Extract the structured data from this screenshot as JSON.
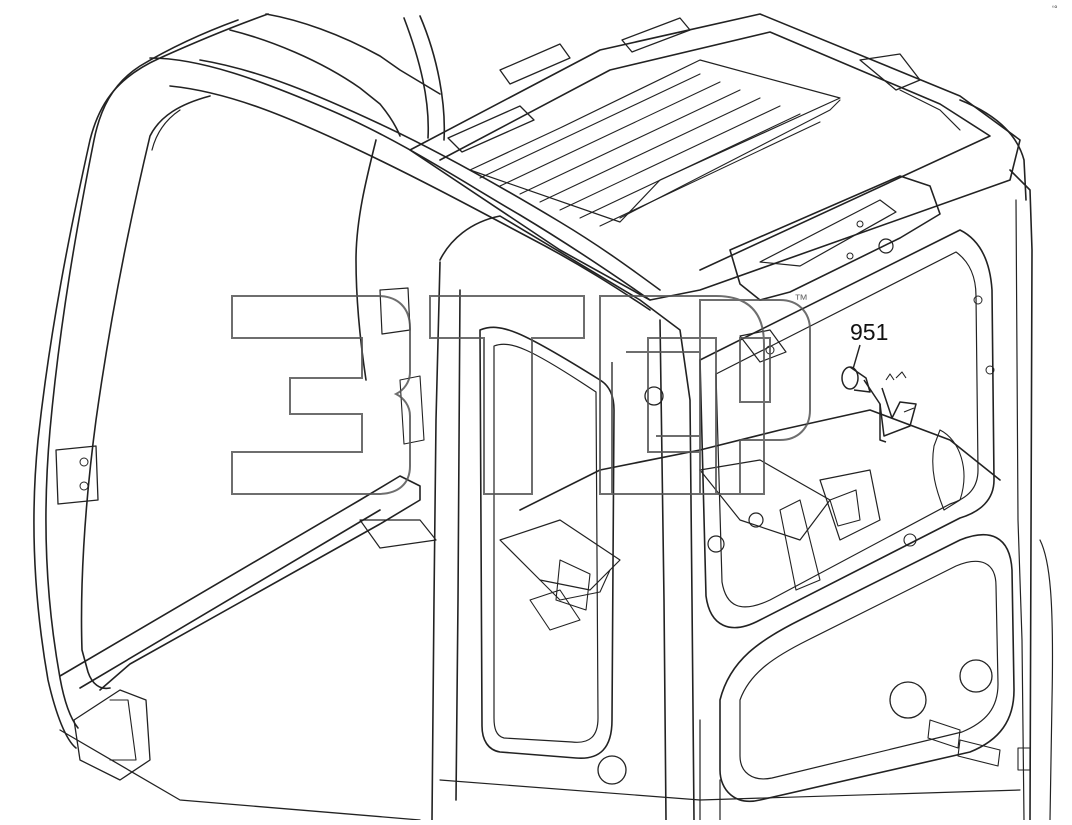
{
  "diagram": {
    "callouts": [
      {
        "id": "part-951",
        "label": "951"
      }
    ],
    "watermark": {
      "text": "3TDP"
    },
    "corner_mark": "‘°"
  }
}
